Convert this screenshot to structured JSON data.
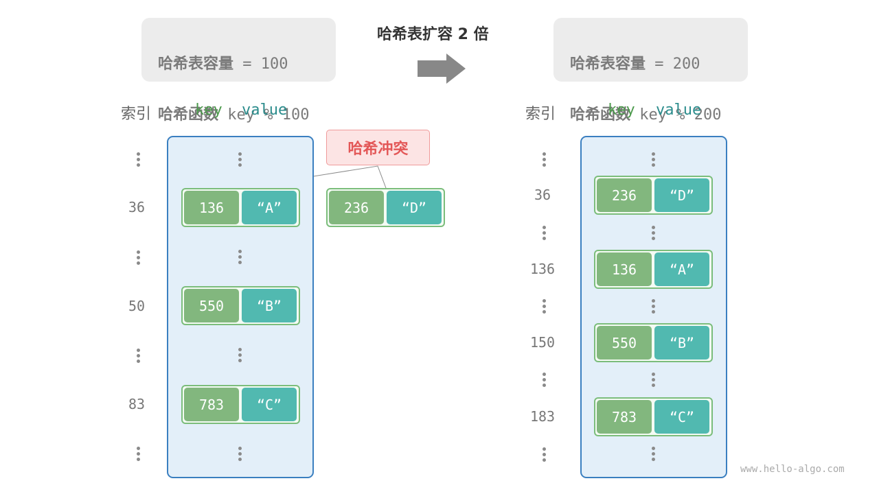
{
  "title": "哈希表扩容 2 倍",
  "before": {
    "capacity_label": "哈希表容量",
    "capacity_value": "= 100",
    "hash_label": "哈希函数",
    "hash_value": "key % 100",
    "headers": {
      "index": "索引",
      "key": "key",
      "value": "value"
    },
    "rows": [
      {
        "index": "36",
        "key": "136",
        "value": "“A”"
      },
      {
        "index": "50",
        "key": "550",
        "value": "“B”"
      },
      {
        "index": "83",
        "key": "783",
        "value": "“C”"
      }
    ],
    "collision_label": "哈希冲突",
    "collision_pair": {
      "key": "236",
      "value": "“D”"
    }
  },
  "after": {
    "capacity_label": "哈希表容量",
    "capacity_value": "= 200",
    "hash_label": "哈希函数",
    "hash_value": "key % 200",
    "headers": {
      "index": "索引",
      "key": "key",
      "value": "value"
    },
    "rows": [
      {
        "index": "36",
        "key": "236",
        "value": "“D”"
      },
      {
        "index": "136",
        "key": "136",
        "value": "“A”"
      },
      {
        "index": "150",
        "key": "550",
        "value": "“B”"
      },
      {
        "index": "183",
        "key": "783",
        "value": "“C”"
      }
    ]
  },
  "colors": {
    "key_cell": "#82b77e",
    "value_cell": "#51b9b0",
    "bucket_fill": "#e3eff9",
    "bucket_border": "#3a7fc0",
    "collision": "#e35757",
    "arrow": "#888888"
  },
  "arrow_icon": "right-arrow-icon",
  "watermark": "www.hello-algo.com"
}
